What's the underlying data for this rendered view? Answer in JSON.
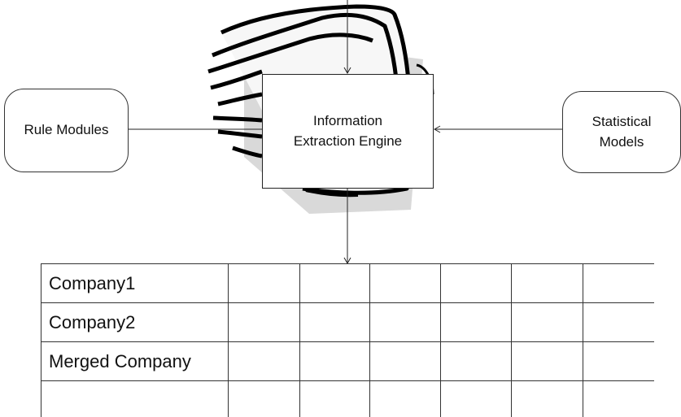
{
  "diagram": {
    "left_node": {
      "label": "Rule Modules"
    },
    "center_node": {
      "lines": [
        "Information",
        "Extraction Engine"
      ]
    },
    "right_node": {
      "lines": [
        "Statistical",
        "Models"
      ]
    },
    "colors": {
      "line": "#222222",
      "paper_fill": "#d8d8d8",
      "paper_stroke": "#000000"
    },
    "icon": "document-stack-icon"
  },
  "table": {
    "rows": [
      [
        "Company1",
        "",
        "",
        "",
        "",
        "",
        ""
      ],
      [
        "Company2",
        "",
        "",
        "",
        "",
        "",
        ""
      ],
      [
        "Merged Company",
        "",
        "",
        "",
        "",
        "",
        ""
      ],
      [
        "",
        "",
        "",
        "",
        "",
        "",
        ""
      ]
    ]
  }
}
